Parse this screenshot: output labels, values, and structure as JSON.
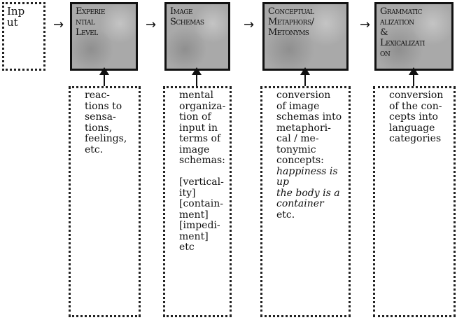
{
  "input_label": "Inp\nut",
  "arrow": "→",
  "stages": [
    {
      "title": "Experie\nntial\nLevel",
      "description": "reac-\ntions to\nsensa-\ntions,\nfeelings,\netc."
    },
    {
      "title": "Image\nSchemas",
      "description": "mental\norganiza-\ntion of\ninput in\nterms of\nimage\nschemas:\n\n[vertical-\nity]\n[contain-\nment]\n[impedi-\nment]\netc"
    },
    {
      "title": "Conceptual\nMetaphors/\nMetonyms",
      "description": "conversion\nof image\nschemas into\nmetaphori-\ncal / me-\ntonymic\nconcepts:\n",
      "examples": "happiness is\nup\nthe body is a\ncontainer",
      "etc": "etc."
    },
    {
      "title": "Grammatic\nalization\n&\nLexicalizati\non",
      "description": "conversion\nof the con-\ncepts into\nlanguage\ncategories"
    }
  ]
}
